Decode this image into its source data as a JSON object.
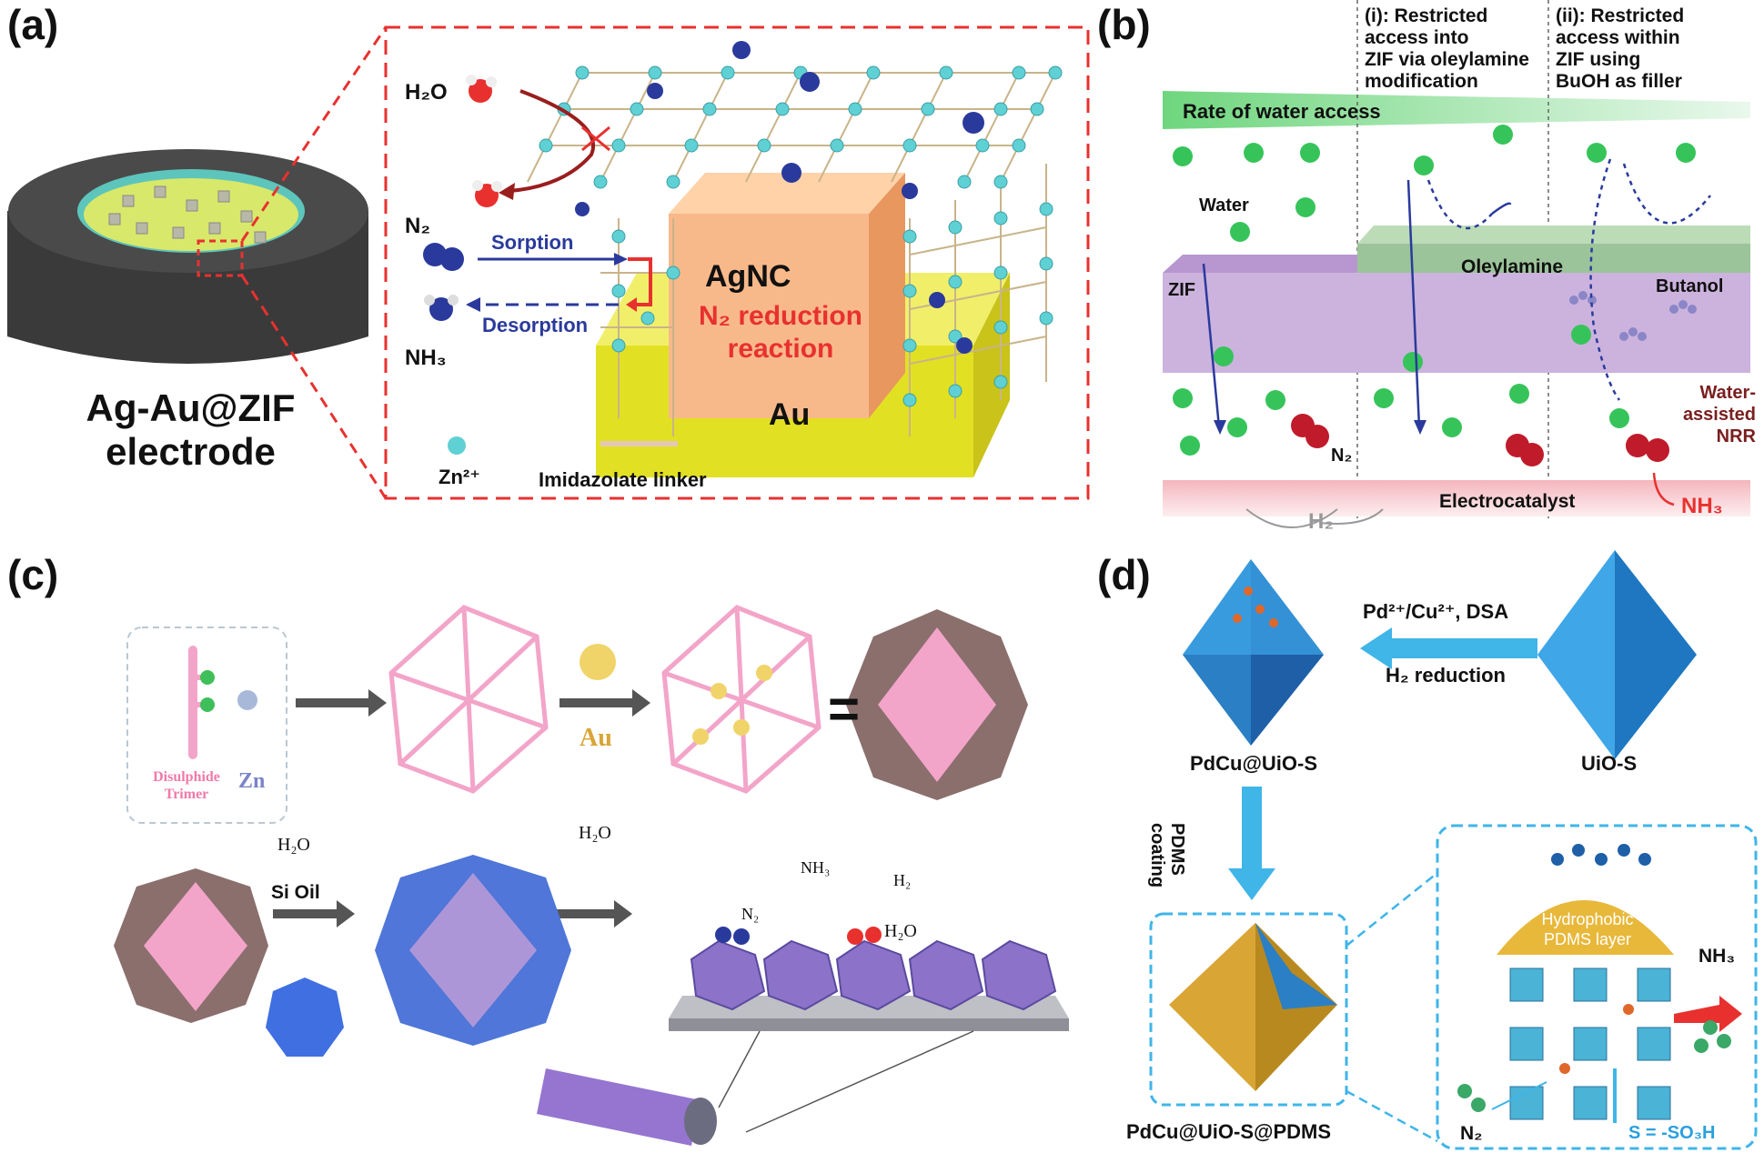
{
  "panel_labels": [
    "(a)",
    "(b)",
    "(c)",
    "(d)"
  ],
  "a": {
    "electrode_line1": "Ag-Au@ZIF",
    "electrode_line2": "electrode",
    "h2o": "H₂O",
    "n2": "N₂",
    "nh3": "NH₃",
    "zn": "Zn²⁺",
    "sorption": "Sorption",
    "desorption": "Desorption",
    "agnc": "AgNC",
    "reaction_line1": "N₂ reduction",
    "reaction_line2": "reaction",
    "au": "Au",
    "linker": "Imidazolate linker"
  },
  "b": {
    "col1": [
      "(i): Restricted",
      "access into",
      "ZIF via oleylamine",
      "modification"
    ],
    "col2": [
      "(ii): Restricted",
      "access within",
      "ZIF using",
      "BuOH as filler"
    ],
    "rate": "Rate of water access",
    "water": "Water",
    "oleylamine": "Oleylamine",
    "zif": "ZIF",
    "butanol": "Butanol",
    "water_assisted": [
      "Water-",
      "assisted",
      "NRR"
    ],
    "n2": "N₂",
    "h2": "H₂",
    "electrocatalyst": "Electrocatalyst",
    "nh3": "NH₃"
  },
  "c": {
    "disulphide": [
      "Disulphide",
      "Trimer"
    ],
    "zn": "Zn",
    "au": "Au",
    "equals": "=",
    "h2o_1": "H₂O",
    "h2o_2": "H₂O",
    "si_oil": "Si Oil",
    "nh3": "NH₃",
    "h2": "H₂",
    "n2": "N₂",
    "h2o_3": "H₂O"
  },
  "d": {
    "reagent1": "Pd²⁺/Cu²⁺, DSA",
    "reagent2": "H₂ reduction",
    "pdcu": "PdCu@UiO-S",
    "uio": "UiO-S",
    "coating": [
      "PDMS",
      "coating"
    ],
    "hydrophobic": [
      "Hydrophobic",
      "PDMS layer"
    ],
    "nh3": "NH₃",
    "n2": "N₂",
    "s_def": "S = -SO₃H",
    "final": "PdCu@UiO-S@PDMS"
  },
  "colors": {
    "red": "#e8312f",
    "blue": "#2a3a9c",
    "cyan": "#5fd0d4",
    "green": "#3fbf5a",
    "purple": "#c9b3dc",
    "pink": "#f3a4c9",
    "gold": "#d9a535",
    "sky": "#2b9fe0"
  }
}
